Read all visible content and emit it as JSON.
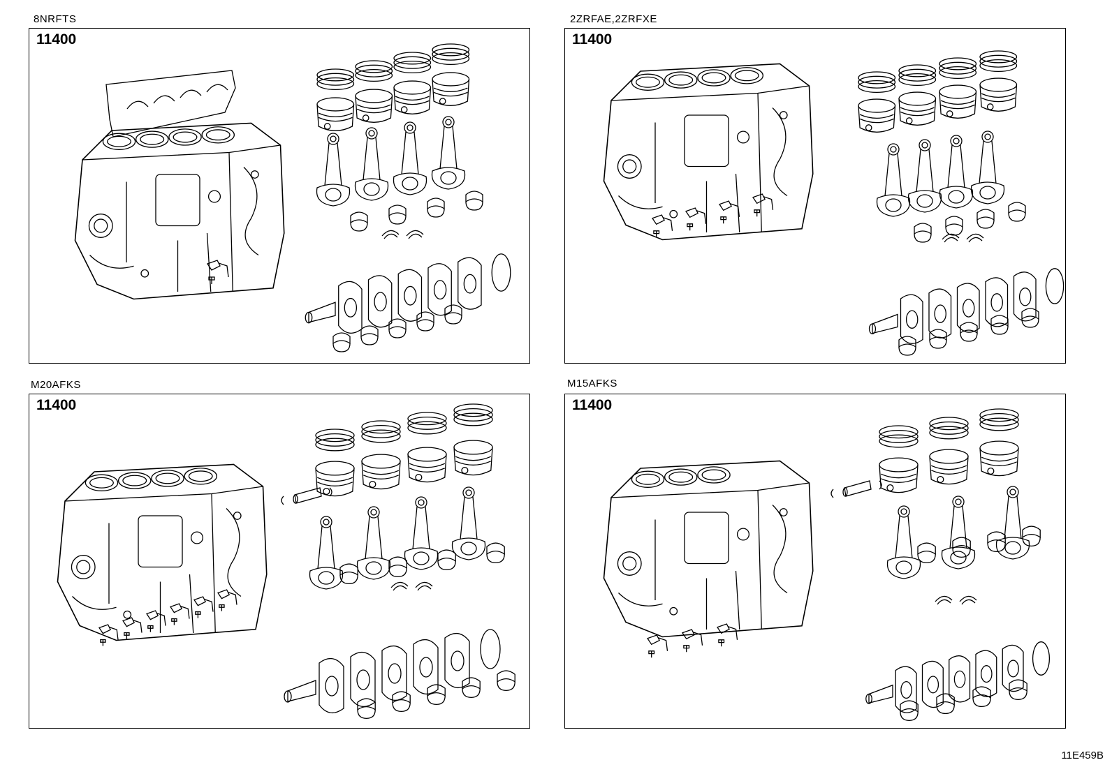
{
  "panels": [
    {
      "engine": "8NRFTS",
      "part_number": "11400"
    },
    {
      "engine": "2ZRFAE,2ZRFXE",
      "part_number": "11400"
    },
    {
      "engine": "M20AFKS",
      "part_number": "11400"
    },
    {
      "engine": "M15AFKS",
      "part_number": "11400"
    }
  ],
  "illustration_code": "11E459B"
}
